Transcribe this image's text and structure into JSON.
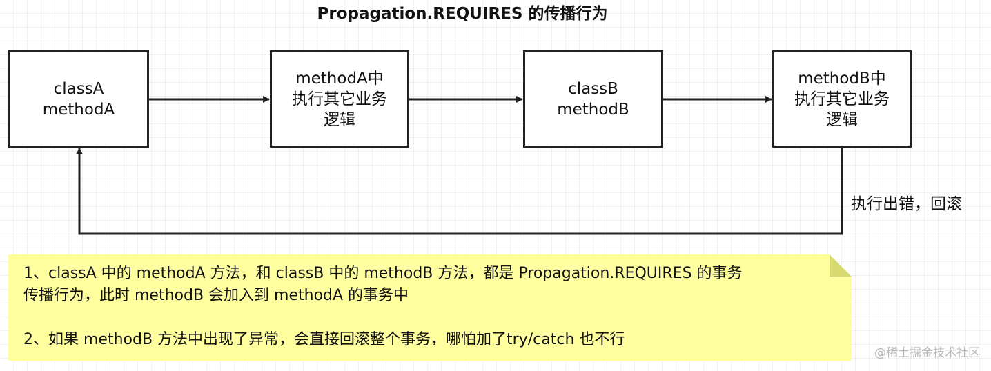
{
  "title": "Propagation.REQUIRES 的传播行为",
  "nodes": [
    {
      "id": "classA-methodA",
      "lines": [
        "classA",
        "methodA"
      ]
    },
    {
      "id": "methodA-logic",
      "lines": [
        "methodA中",
        "执行其它业务",
        "逻辑"
      ]
    },
    {
      "id": "classB-methodB",
      "lines": [
        "classB",
        "methodB"
      ]
    },
    {
      "id": "methodB-logic",
      "lines": [
        "methodB中",
        "执行其它业务",
        "逻辑"
      ]
    }
  ],
  "edges": [
    {
      "from": "classA-methodA",
      "to": "methodA-logic"
    },
    {
      "from": "methodA-logic",
      "to": "classB-methodB"
    },
    {
      "from": "classB-methodB",
      "to": "methodB-logic"
    },
    {
      "from": "methodB-logic",
      "to": "classA-methodA",
      "label": "执行出错，回滚"
    }
  ],
  "note": {
    "lines": [
      "1、classA 中的 methodA 方法，和 classB 中的 methodB 方法，都是 Propagation.REQUIRES 的事务",
      "传播行为，此时 methodB 会加入到 methodA 的事务中",
      "2、如果 methodB 方法中出现了异常，会直接回滚整个事务，哪怕加了try/catch 也不行"
    ]
  },
  "watermark": "@稀土掘金技术社区",
  "colors": {
    "line": "#222222",
    "note_fill": "#ffffa0",
    "note_fold": "#d8d870",
    "watermark": "#b8b8b8"
  }
}
